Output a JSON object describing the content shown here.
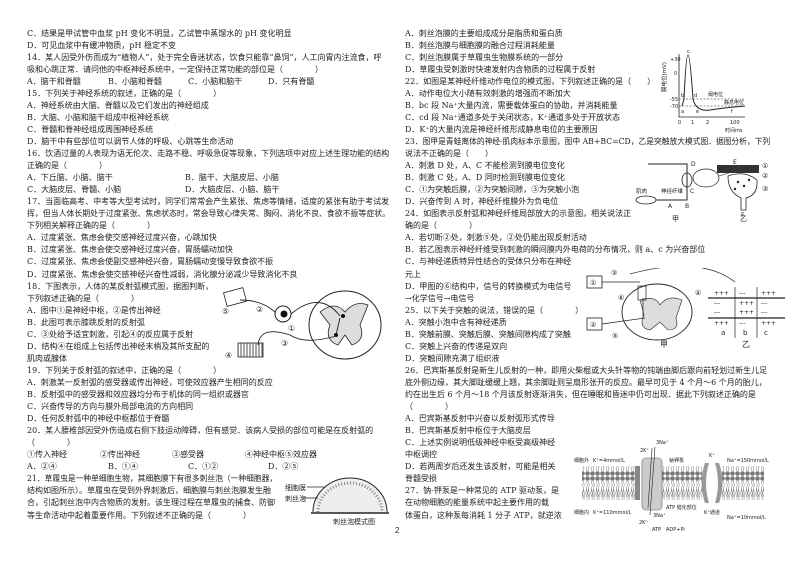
{
  "page_number": "2",
  "left_column": [
    "C．结果是甲试管中血浆 pH 变化不明显，乙试管中蒸馏水的 pH 变化明显",
    "D．可见血浆中有缓冲物质，pH 稳定不变",
    "14．某人因受外伤而成为“植物人”，处于完全昏迷状态，饮食只能靠“鼻饲”，人工向胃内注流食，呼",
    "吸和心跳正常．请问他的中枢神经系统中，一定保持正常功能的部位是（　　　　）",
    [
      "A．脑干和脊髓",
      "B．小脑和脊髓",
      "C．小脑和脑干",
      "D．只有脊髓"
    ],
    "15．下列关于神经系统的叙述，正确的是（　　　　）",
    "A．神经系统由大脑、脊髓以及它们发出的神经组成",
    "B．大脑、小脑和脑干组成中枢神经系统",
    "C．脊髓和脊神经组成周围神经系统",
    "D．脑干中有些部位可以调节人体的呼吸、心跳等生命活动",
    "16．饮酒过量的人表现为语无伦次、走路不稳、呼吸急促等现象，下列选项中对应上述生理功能的结构",
    "正确的是（　　　　）",
    [
      "A．下丘脑、小脑、脑干",
      "B．脑干、大脑皮层、小脑"
    ],
    [
      "C．大脑皮层、脊髓、小脑",
      "D．大脑皮层、小脑、脑干"
    ],
    "17．当面临高考、中考等大型考试时，同学们常常会产生紧张、焦虑等情绪，适度的紧张有助于考试发",
    "挥，但当人体长期处于过度紧张、焦虑状态时，常会导致心律失常、胸闷、消化不良、食欲不振等症状。",
    "下列相关解释正确的是（　　　　）",
    "A．过度紧张、焦虑会使交感神经过度兴奋，心跳加快",
    "B．过度紧张、焦虑会使交感神经过度兴奋，胃肠蠕动加快",
    "C．过度紧张、焦虑会使副交感神经兴奋，胃肠蠕动变慢导致食欲不振",
    "D．过度紧张、焦虑会使交感神经兴奋性减弱，消化腺分泌减少导致消化不良",
    "18．下图表示，人体的某反射弧模式图，据图判断，",
    "下列叙述正确的是（　　　　）",
    "A．图中①是神经中枢，②是传出神经",
    "B．此图可表示膝跳反射的反射弧",
    "C．③处给予适宜刺激，引起④的反应属于反射",
    "D．结构④在组成上包括传出神经末梢及其所支配的",
    "肌肉或腺体",
    "19．下列关于反射弧的叙述中，正确的是（　　　　）",
    "A．刺激某一反射弧的感受器或传出神经，可使效应器产生相同的反应",
    "B．反射弧中的感受器和效应器均分布于机体的同一组织或器官",
    "C．兴奋传导的方向与膜外局部电流的方向相同",
    "D．任何反射弧中的神经中枢都位于脊髓",
    "20．某人腰椎部因受外伤造成右侧下肢运动障碍，但有感觉．该病人受损的部位可能是在反射弧的",
    "（　　　　）",
    [
      "①传入神经",
      "②传出神经",
      "③感受器",
      "④神经中枢⑤效应器"
    ],
    [
      "A．②④",
      "B．①④",
      "C．①②",
      "D．②⑤"
    ],
    "21．草履虫是一种单细胞生物，其细胞膜下有很多刺丝泡（一种细胞器，",
    "结构如图所示）。草履虫在受到外界刺激后，细胞膜与刺丝泡膜发生融",
    "合，引起刺丝泡中内含物质的发射。该生理过程在草履虫的捕食、防御",
    "等生命活动中起着重要作用。下列叙述不正确的是（　　　　）"
  ],
  "right_column": [
    "A．刺丝泡膜的主要组成成分是脂质和蛋白质",
    "B．刺丝泡膜与细胞膜的融合过程消耗能量",
    "C．刺丝泡膜属于草履虫生物膜系统的一部分",
    "D．草履虫受刺激时快速发射内含物质的过程属于反射",
    "22．如图是某神经纤维动作电位的模式图，下列叙述正确的是（　　）",
    "A．动作电位大小随有效刺激的增强而不断加大",
    "B．bc 段 Na⁺大量内流，需要载体蛋白的协助，并消耗能量",
    "C．cd 段 Na⁺通道多处于关闭状态，K⁺通道多处于开放状态",
    "D．K⁺的大量内流是神经纤维形成静息电位的主要原因",
    "23．图甲是青蛙离体的神经-肌肉标本示意图，图中 AB+BC=CD，乙是突触放大模式图．据图分析，下列",
    "说法不正确的是（　　）",
    "A．刺激 D 处，A、C 不能检测到膜电位变化",
    "B．刺激 C 处，A、D 同时检测到膜电位变化",
    "C．①为突触后膜，②为突触间隙，③为突触小泡",
    "D．兴奋传到 A 时，神经纤维膜外为负电位",
    "24．如图表示反射弧和神经纤维局部放大的示意图，相关说法正",
    "确的是（　　　　）",
    "A．若切断②处，刺激⑤处，②处仍能出现反射活动",
    "B．若乙图表示神经纤维受到刺激的瞬间膜内外电荷的分布情况，则 a、c 为兴奋部位",
    "C．与神经递质特异性结合的受体只分布在神经",
    "元上",
    "D．甲图的⑥结构中，信号的转换模式为电信号",
    "→化学信号→电信号",
    "25．以下关于突触的说法，错误的是（　　　　）",
    "A．突触小泡中含有神经递质",
    "B．突触前膜、突触后膜、突触间隙构成了突触",
    "C．突触上兴奋的传递是双向",
    "D．突触间隙充满了组织液",
    "26．巴宾斯基反射是新生儿反射的一种，即用火柴棍或大头针等物的钝端由脚后跟向前轻划过新生儿足",
    "底外侧边缘，其大脚趾缓缓上翘，其余脚趾则呈扇形张开的反应。最早可见于 4 个月～6 个月的胎儿，",
    "约在出生后 6 个月～18 个月该反射逐渐消失，但在睡眠和昏迷中仍可出现．据此下列叙述正确的是",
    "（　　　　）",
    "A．巴宾斯基反射中兴奋以反射弧形式传导",
    "B．巴宾斯基反射中枢位于大脑皮层",
    "C．上述实例说明低级神经中枢受高级神经",
    "中枢调控",
    "D．若两周岁后还发生该反射，可能是相关",
    "脊髓受损",
    "27．钠-钾泵是一种常见的 ATP 驱动泵，是",
    "在动物细胞的能量系统中起主要作用的载",
    "体蛋白，这种泵每消耗 1 分子 ATP，就逆浓"
  ],
  "figures": {
    "fig18": {
      "labels": [
        "①",
        "②",
        "③",
        "④",
        "⑤"
      ]
    },
    "fig21": {
      "membrane": "细胞膜",
      "vesicle": "刺丝泡",
      "caption": "刺丝泡模式图"
    },
    "fig22": {
      "ylabel": "膜电位(mV)",
      "yticks": [
        "+30",
        "0",
        "-55",
        "-70"
      ],
      "xticks": [
        "0",
        "1",
        "2",
        "100"
      ],
      "xlabel": "时间ms",
      "points": [
        "a",
        "b",
        "c",
        "d",
        "e",
        "f"
      ],
      "threshold": "阈电位",
      "resting": "静息电位"
    },
    "fig23": {
      "points": [
        "A",
        "B",
        "C",
        "D",
        "E",
        "F"
      ],
      "muscle": "肌肉",
      "fiber": "神经纤维",
      "synapse_labels": [
        "①",
        "②",
        "③"
      ],
      "jia": "甲",
      "yi": "乙"
    },
    "fig24": {
      "labels": [
        "①",
        "②",
        "③",
        "④",
        "⑤",
        "⑥"
      ],
      "segments": [
        "a",
        "b",
        "c"
      ],
      "charges_outer": [
        "+++",
        "---",
        "+++"
      ],
      "charges_inner": [
        "---",
        "+++",
        "---"
      ],
      "jia": "甲",
      "yi": "乙"
    },
    "fig27": {
      "outside": "细胞外",
      "inside": "细胞内",
      "k_out": "K⁺=4mmol/L",
      "na_out": "Na⁺=150mmol/L",
      "k_in": "K⁺=110mmol/L",
      "na_in": "Na⁺=10mmol/L",
      "pump": "钠钾泵",
      "atp_site": "ATP 催化部位",
      "k_channel": "K⁺通道",
      "k_ion": "K⁺",
      "two_k_top": "2K⁺",
      "three_na_top": "3Na⁺",
      "two_k": "2K⁺",
      "three_na": "3Na⁺",
      "atp": "ATP",
      "adp": "ADP+Pi"
    }
  }
}
